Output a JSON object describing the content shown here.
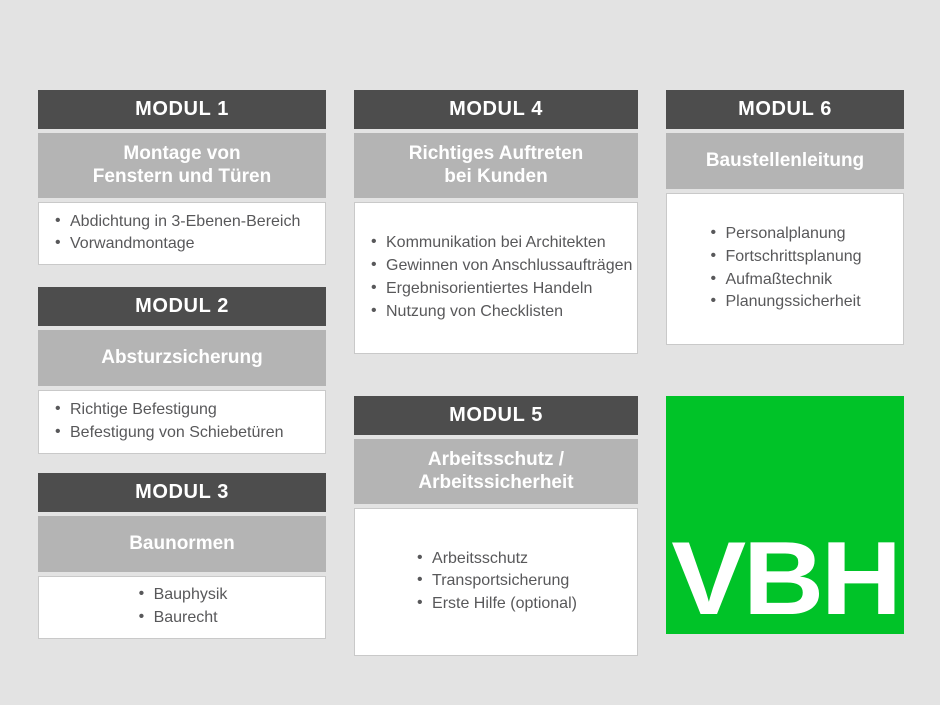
{
  "theme": {
    "background": "#e3e3e3",
    "header_bar": "#4d4d4d",
    "subheader_bar": "#b4b4b4",
    "body_bg": "#ffffff",
    "text_dark": "#58585a",
    "brand_green": "#00c328"
  },
  "modules": [
    {
      "id": "modul-1",
      "header": "MODUL 1",
      "subtitle": "Montage von\nFenstern und Türen",
      "subtitle_line1": "Montage von",
      "subtitle_line2": "Fenstern und Türen",
      "items": [
        "Abdichtung in 3-Ebenen-Bereich",
        "Vorwandmontage"
      ]
    },
    {
      "id": "modul-2",
      "header": "MODUL 2",
      "subtitle_line1": "Absturzsicherung",
      "subtitle_line2": "",
      "items": [
        "Richtige Befestigung",
        "Befestigung von Schiebetüren"
      ]
    },
    {
      "id": "modul-3",
      "header": "MODUL 3",
      "subtitle_line1": "Baunormen",
      "subtitle_line2": "",
      "items": [
        "Bauphysik",
        "Baurecht"
      ]
    },
    {
      "id": "modul-4",
      "header": "MODUL 4",
      "subtitle_line1": "Richtiges Auftreten",
      "subtitle_line2": "bei Kunden",
      "items": [
        "Kommunikation bei Architekten",
        "Gewinnen von Anschlussaufträgen",
        "Ergebnisorientiertes Handeln",
        "Nutzung von Checklisten"
      ]
    },
    {
      "id": "modul-5",
      "header": "MODUL 5",
      "subtitle_line1": "Arbeitsschutz /",
      "subtitle_line2": "Arbeitssicherheit",
      "items": [
        "Arbeitsschutz",
        "Transportsicherung",
        "Erste Hilfe (optional)"
      ]
    },
    {
      "id": "modul-6",
      "header": "MODUL 6",
      "subtitle_line1": "Baustellenleitung",
      "subtitle_line2": "",
      "items": [
        "Personalplanung",
        "Fortschrittsplanung",
        "Aufmaßtechnik",
        "Planungssicherheit"
      ]
    }
  ],
  "logo": {
    "wordmark": "VBH"
  }
}
